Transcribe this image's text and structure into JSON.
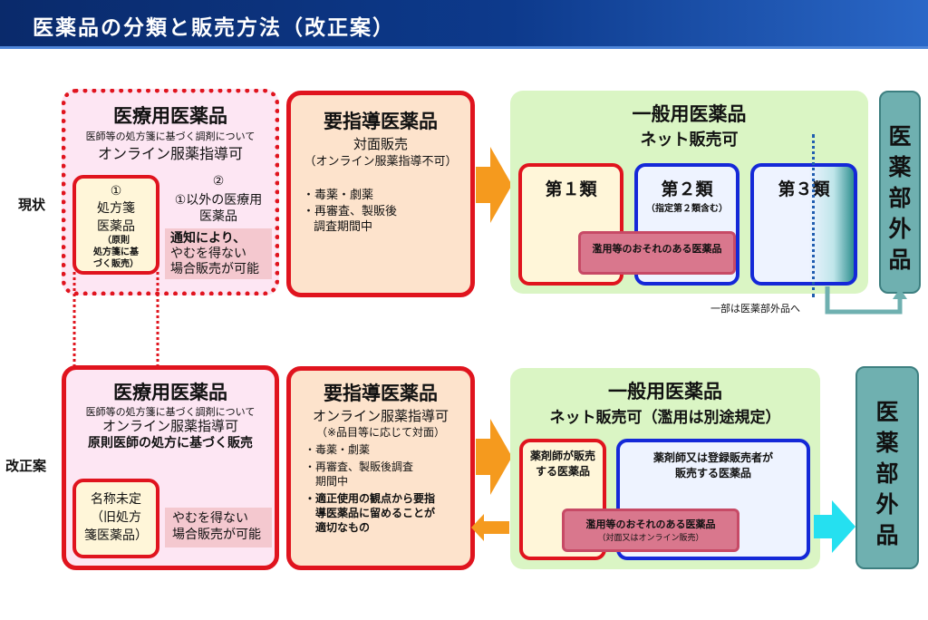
{
  "title": "医薬品の分類と販売方法（改正案）",
  "rows": {
    "current": "現状",
    "proposed": "改正案"
  },
  "current": {
    "rx": {
      "title": "医療用医薬品",
      "note": "医師等の処方箋に基づく調剤について",
      "online": "オンライン服薬指導可",
      "box1_num": "①",
      "box1_l1": "処方箋",
      "box1_l2": "医薬品",
      "box1_s1": "（原則",
      "box1_s2": "処方箋に基",
      "box1_s3": "づく販売）",
      "box2_num": "②",
      "box2_l1": "①以外の医療用",
      "box2_l2": "医薬品",
      "box2_n1": "通知により、",
      "box2_n2": "やむを得ない",
      "box2_n3": "場合販売が可能"
    },
    "guidance": {
      "title": "要指導医薬品",
      "l1": "対面販売",
      "l2": "（オンライン服薬指導不可）",
      "b1": "・毒薬・劇薬",
      "b2": "・再審査、製販後",
      "b3": "調査期間中"
    },
    "otc": {
      "title": "一般用医薬品",
      "sub": "ネット販売可",
      "c1": "第１類",
      "c2": "第２類",
      "c2sub": "（指定第２類含む）",
      "c3": "第３類",
      "abuse": "濫用等のおそれのある医薬品"
    },
    "quasi": [
      "医",
      "薬",
      "部",
      "外",
      "品"
    ],
    "quasi_note": "一部は医薬部外品へ"
  },
  "proposed": {
    "rx": {
      "title": "医療用医薬品",
      "note": "医師等の処方箋に基づく調剤について",
      "online": "オンライン服薬指導可",
      "rule": "原則医師の処方に基づく販売",
      "box1_l1": "名称未定",
      "box1_l2": "（旧処方",
      "box1_l3": "箋医薬品）",
      "n1": "やむを得ない",
      "n2": "場合販売が可能"
    },
    "guidance": {
      "title": "要指導医薬品",
      "l1": "オンライン服薬指導可",
      "l2": "（※品目等に応じて対面）",
      "b1": "・毒薬・劇薬",
      "b2": "・再審査、製販後調査",
      "b2b": "期間中",
      "b3": "・適正使用の観点から要指",
      "b3b": "導医薬品に留めることが",
      "b3c": "適切なもの"
    },
    "otc": {
      "title": "一般用医薬品",
      "sub": "ネット販売可（濫用は別途規定）",
      "pharm1": "薬剤師が販売",
      "pharm2": "する医薬品",
      "reg1": "薬剤師又は登録販売者が",
      "reg2": "販売する医薬品",
      "abuse": "濫用等のおそれのある医薬品",
      "abuse_sub": "（対面又はオンライン販売）"
    },
    "quasi": [
      "医",
      "薬",
      "部",
      "外",
      "品"
    ]
  },
  "colors": {
    "red": "#e0141e",
    "blue": "#1428d8",
    "orange": "#f59a1e",
    "cyan": "#25e0f0",
    "teal": "#6fb0b0",
    "green": "#daf5c4",
    "pink": "#fde6f3"
  }
}
